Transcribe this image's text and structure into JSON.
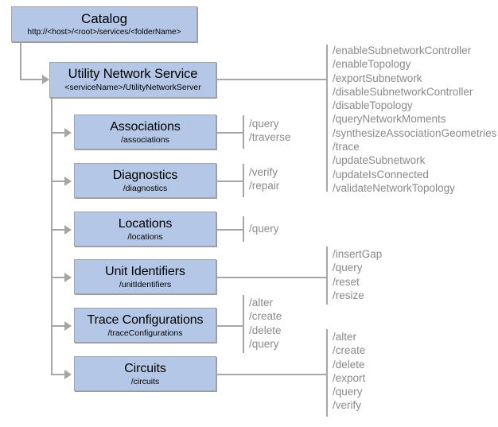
{
  "diagram": {
    "title": "ArcGIS Utility Network Service REST endpoint hierarchy",
    "colors": {
      "node_fill": "#b4c7e7",
      "node_border": "#a3a3a3",
      "connector": "#a6a6a6",
      "operation_text": "#8a8a8a",
      "background": "#ffffff"
    }
  },
  "nodes": {
    "catalog": {
      "title": "Catalog",
      "path": "http://<host>/<root>/services/<folderName>"
    },
    "service": {
      "title": "Utility Network Service",
      "path": "<serviceName>/UtilityNetworkServer",
      "operations": [
        "/enableSubnetworkController",
        "/enableTopology",
        "/exportSubnetwork",
        "/disableSubnetworkController",
        "/disableTopology",
        "/queryNetworkMoments",
        "/synthesizeAssociationGeometries",
        "/trace",
        "/updateSubnetwork",
        "/updateIsConnected",
        "/validateNetworkTopology"
      ]
    },
    "associations": {
      "title": "Associations",
      "path": "/associations",
      "operations": [
        "/query",
        "/traverse"
      ]
    },
    "diagnostics": {
      "title": "Diagnostics",
      "path": "/diagnostics",
      "operations": [
        "/verify",
        "/repair"
      ]
    },
    "locations": {
      "title": "Locations",
      "path": "/locations",
      "operations": [
        "/query"
      ]
    },
    "unit_identifiers": {
      "title": "Unit Identifiers",
      "path": "/unitIdentifiers",
      "operations": [
        "/insertGap",
        "/query",
        "/reset",
        "/resize"
      ]
    },
    "trace_configurations": {
      "title": "Trace Configurations",
      "path": "/traceConfigurations",
      "operations": [
        "/alter",
        "/create",
        "/delete",
        "/query"
      ]
    },
    "circuits": {
      "title": "Circuits",
      "path": "/circuits",
      "operations": [
        "/alter",
        "/create",
        "/delete",
        "/export",
        "/query",
        "/verify"
      ]
    }
  }
}
